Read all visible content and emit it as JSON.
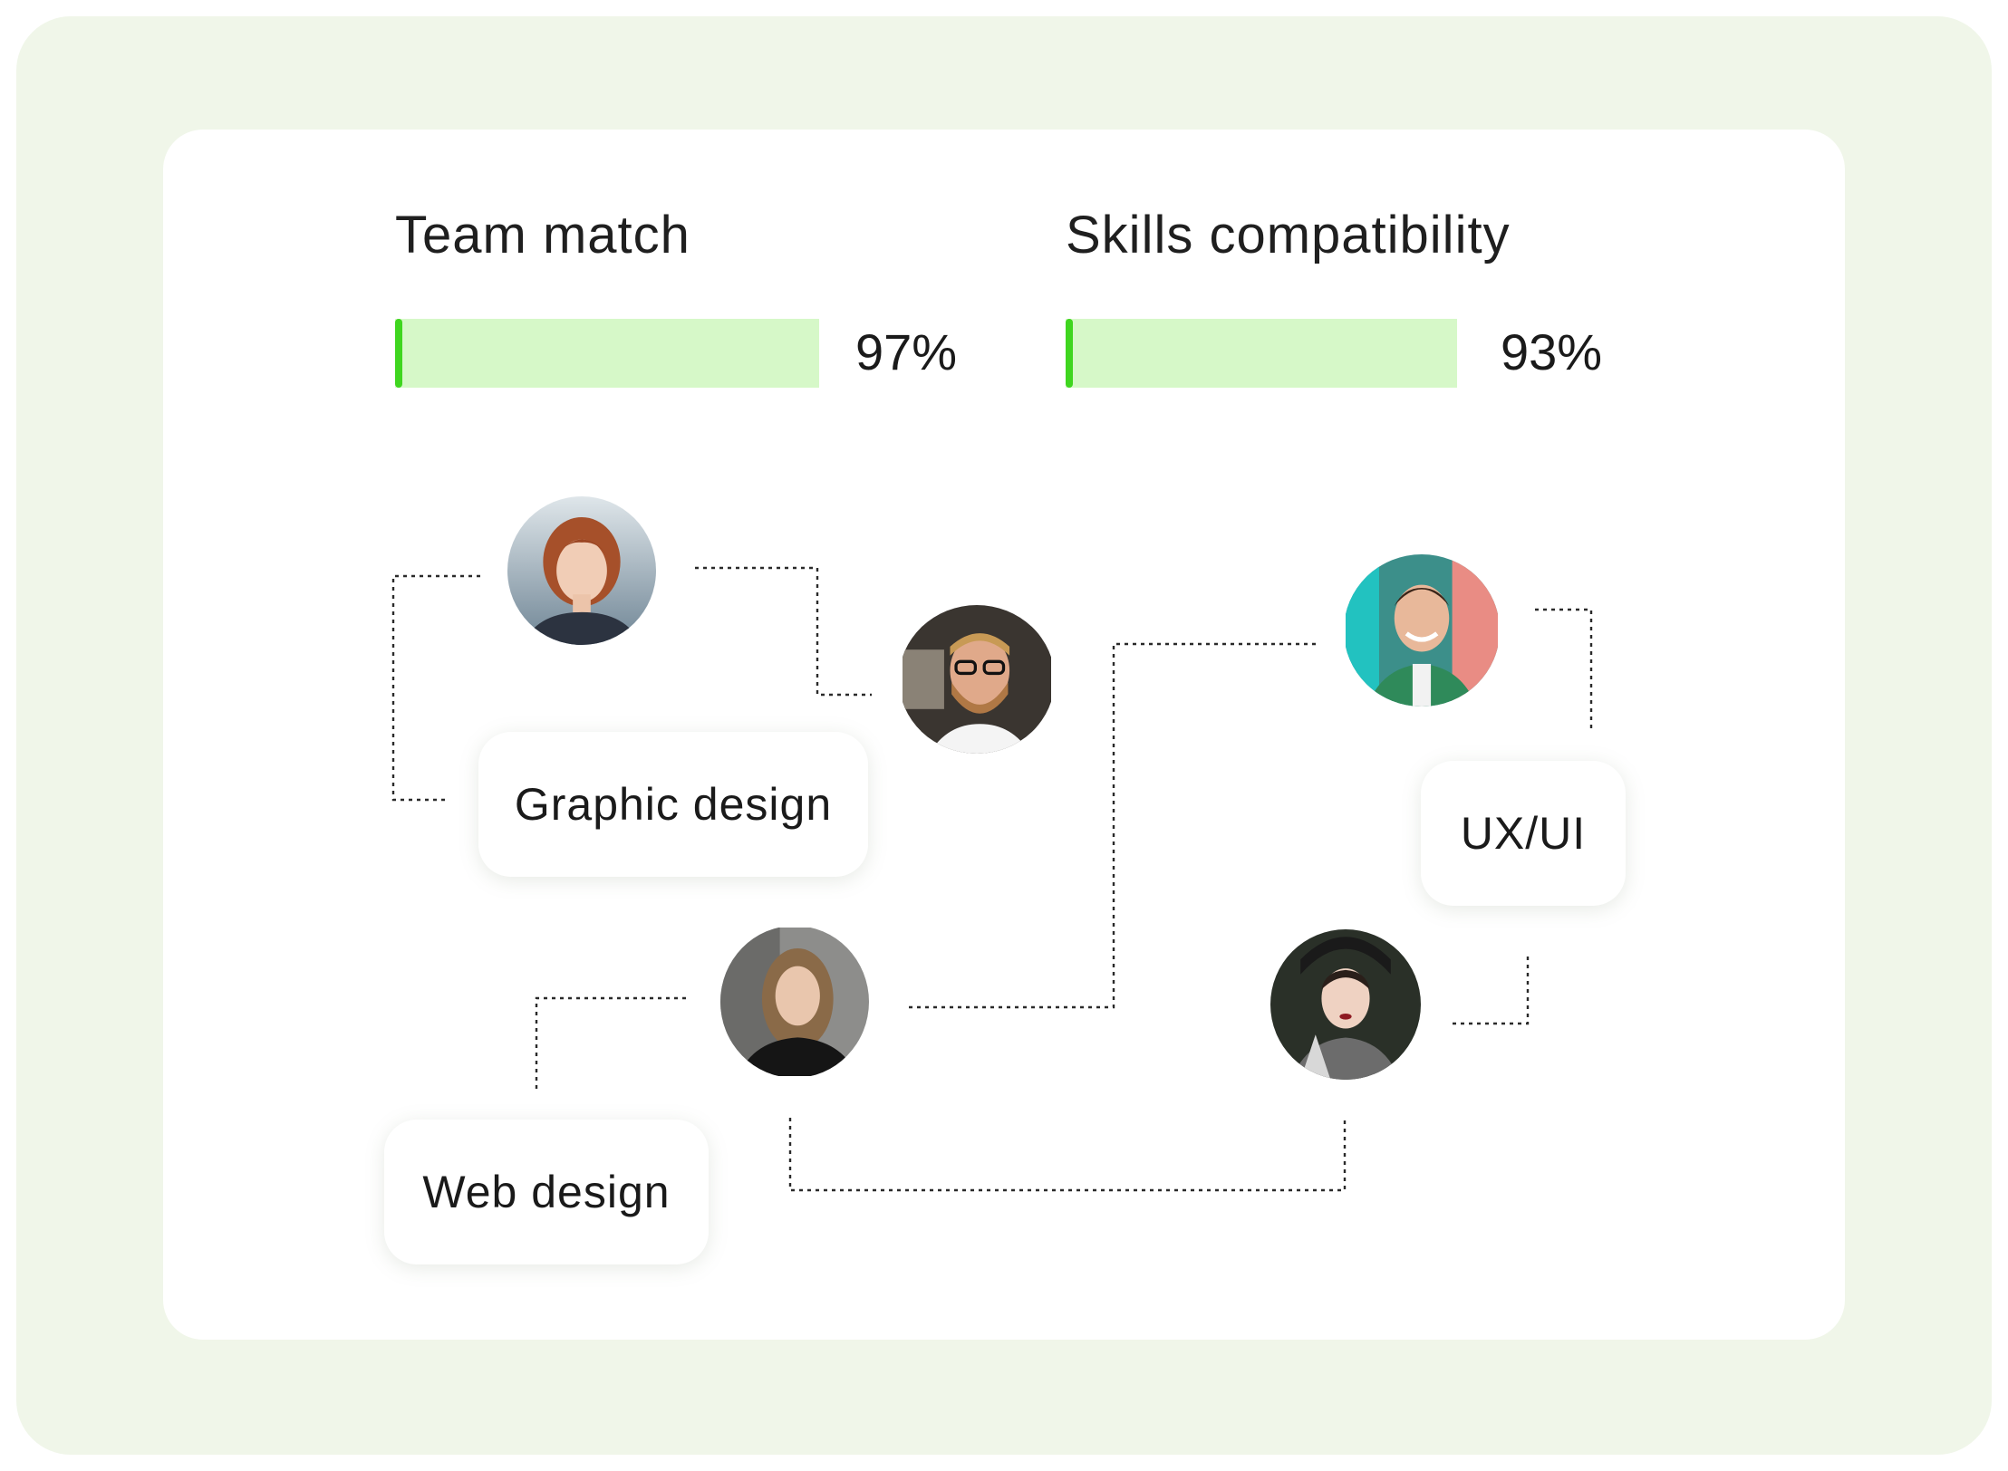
{
  "metrics": {
    "team_match": {
      "label": "Team match",
      "value": "97%",
      "fill": 0.97
    },
    "skills_compatibility": {
      "label": "Skills compatibility",
      "value": "93%",
      "fill": 0.93
    }
  },
  "tags": {
    "graphic_design": "Graphic design",
    "web_design": "Web design",
    "ux_ui": "UX/UI"
  },
  "colors": {
    "page_background": "#f0f6e9",
    "card_background": "#ffffff",
    "bar_background": "#d6f8c8",
    "bar_accent": "#3fd61f",
    "connector": "#2a2a2a"
  },
  "avatars": [
    "avatar-red-haired-woman",
    "avatar-bearded-man-glasses",
    "avatar-smiling-young-man",
    "avatar-long-haired-woman",
    "avatar-dark-haired-woman"
  ]
}
